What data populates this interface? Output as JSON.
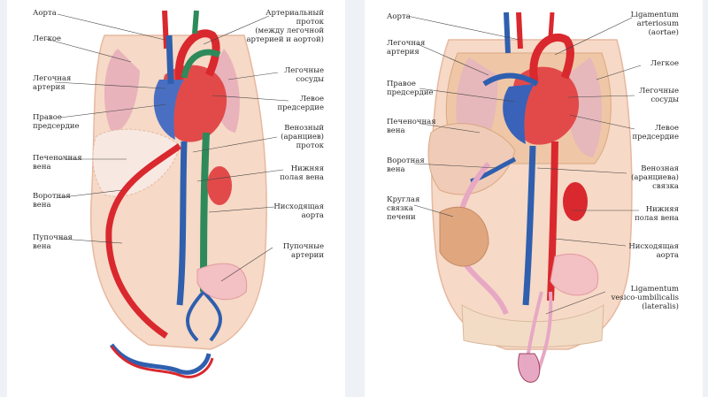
{
  "fetal": {
    "labels": {
      "aorta": "Аорта",
      "lung": "Легкое",
      "pulmonary_artery": "Легочная\nартерия",
      "right_atrium": "Правое\nпредсердие",
      "hepatic_vein": "Печеночная\nвена",
      "portal_vein": "Воротная\nвена",
      "umbilical_vein": "Пупочная\nвена",
      "ductus_arteriosus": "Артериальный\nпроток\n(между легочной\nартерией и аортой)",
      "pulmonary_vessels": "Легочные\nсосуды",
      "left_atrium": "Левое\nпредсердие",
      "ductus_venosus": "Венозный\n(аранциев)\nпроток",
      "ivc": "Нижняя\nполая вена",
      "descending_aorta": "Нисходящая\nаорта",
      "umbilical_arteries": "Пупочные\nартерии"
    }
  },
  "adult": {
    "labels": {
      "aorta": "Аорта",
      "pulmonary_artery": "Легочная\nартерия",
      "right_atrium": "Правое\nпредсердие",
      "hepatic_vein": "Печеночная\nвена",
      "portal_vein": "Воротная\nвена",
      "round_ligament": "Круглая\nсвязка\nпечени",
      "lig_arteriosum": "Ligamentum\narteriosum\n(aortae)",
      "lung": "Легкое",
      "pulmonary_vessels": "Легочные\nсосуды",
      "left_atrium": "Левое\nпредсердие",
      "venous_ligament": "Венозная\n(аранциева)\nсвязка",
      "ivc": "Нижняя\nполая вена",
      "descending_aorta": "Нисходящая\nаорта",
      "lig_vesicoumbilicalis": "Ligamentum\nvesico-umbilicalis\n(lateralis)"
    }
  },
  "colors": {
    "artery": "#d9282e",
    "vein": "#2f5fae",
    "mixed": "#2e8a5a",
    "skin": "#f6d9c6",
    "organ": "#e9a2a8",
    "ligament": "#e7a8c4"
  }
}
